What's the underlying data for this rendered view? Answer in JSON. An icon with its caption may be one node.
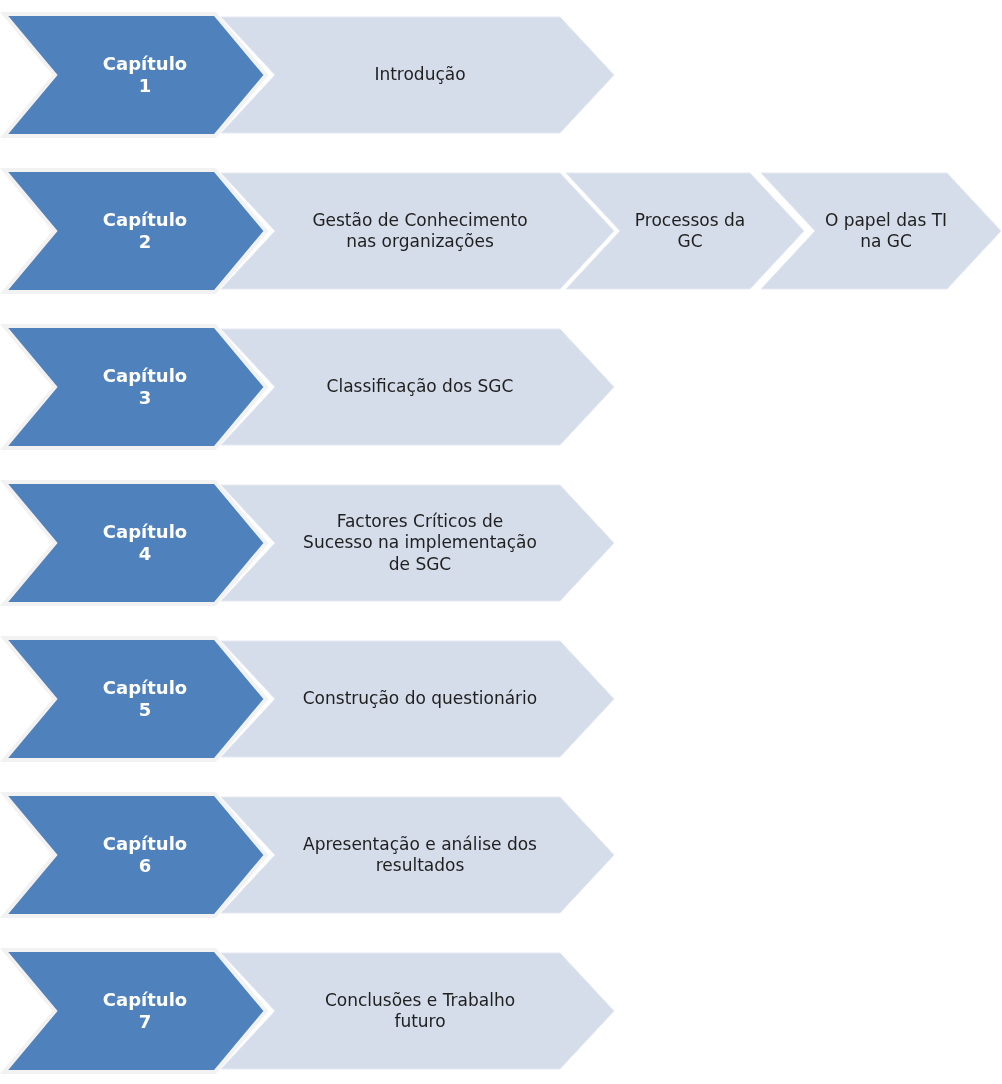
{
  "diagram": {
    "nodes": [
      {
        "text": [
          "Capítulo 1"
        ]
      },
      {
        "text": [
          "Introdução"
        ]
      },
      {
        "text": [
          "Capítulo 2"
        ]
      },
      {
        "text": [
          "Gestão de Conhecimento nas organizações"
        ]
      },
      {
        "text": [
          "Processos da GC"
        ]
      },
      {
        "text": [
          "O papel das TI na GC"
        ]
      },
      {
        "text": [
          "Capítulo 3"
        ]
      },
      {
        "text": [
          "Classificação dos SGC"
        ]
      },
      {
        "text": [
          "Capítulo 4"
        ]
      },
      {
        "text": [
          "Factores Críticos de Sucesso na implementação de SGC"
        ]
      },
      {
        "text": [
          "Capítulo 5"
        ]
      },
      {
        "text": [
          "Construção do questionário"
        ]
      },
      {
        "text": [
          "Capítulo 6"
        ]
      },
      {
        "text": [
          "Apresentação e análise dos resultados"
        ]
      },
      {
        "text": [
          "Capítulo 7"
        ]
      },
      {
        "text": [
          "Conclusões e Trabalho futuro"
        ]
      }
    ]
  }
}
